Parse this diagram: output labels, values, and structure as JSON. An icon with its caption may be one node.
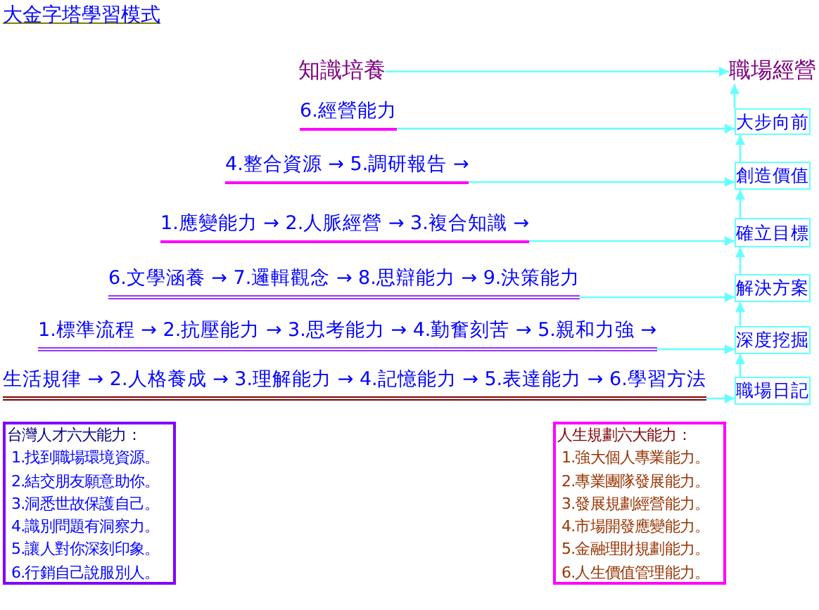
{
  "diagram": {
    "title": "大金字塔學習模式",
    "nodes": [
      {
        "text": [
          "知識培養"
        ]
      },
      {
        "text": [
          "職場經營"
        ]
      },
      {
        "text": [
          "大步向前"
        ]
      },
      {
        "text": [
          "創造價值"
        ]
      },
      {
        "text": [
          "確立目標"
        ]
      },
      {
        "text": [
          "解決方案"
        ]
      },
      {
        "text": [
          "深度挖掘"
        ]
      },
      {
        "text": [
          "職場日記"
        ]
      },
      {
        "text": [
          "6.經營能力"
        ]
      },
      {
        "text": [
          "4.整合資源 → 5.調研報告 →"
        ]
      },
      {
        "text": [
          "1.應變能力 → 2.人脈經營 → 3.複合知識 →"
        ]
      },
      {
        "text": [
          "6.文學涵養 → 7.邏輯觀念 → 8.思辯能力 → 9.決策能力"
        ]
      },
      {
        "text": [
          "1.標準流程 → 2.抗壓能力 → 3.思考能力 → 4.勤奮刻苦 → 5.親和力強 →"
        ]
      },
      {
        "text": [
          "生活規律 → 2.人格養成 → 3.理解能力 → 4.記憶能力 → 5.表達能力 → 6.學習方法"
        ]
      },
      {
        "text": [
          "台灣人才六大能力：",
          "1.找到職場環境資源。",
          "2.結交朋友願意助你。",
          "3.洞悉世故保護自己。",
          "4.識別問題有洞察力。",
          "5.讓人對你深刻印象。",
          "6.行銷自己說服別人。"
        ]
      },
      {
        "text": [
          "人生規劃六大能力：",
          "1.強大個人專業能力。",
          "2.專業團隊發展能力。",
          "3.發展規劃經營能力。",
          "4.市場開發應變能力。",
          "5.金融理財規劃能力。",
          "6.人生價值管理能力。"
        ]
      }
    ],
    "edges": [
      {
        "from": 0,
        "to": 1,
        "arrow": "to"
      },
      {
        "from": 8,
        "to": 2,
        "arrow": "to"
      },
      {
        "from": 9,
        "to": 3,
        "arrow": "to"
      },
      {
        "from": 10,
        "to": 4,
        "arrow": "to"
      },
      {
        "from": 11,
        "to": 5,
        "arrow": "to"
      },
      {
        "from": 12,
        "to": 6,
        "arrow": "to"
      },
      {
        "from": 13,
        "to": 7,
        "arrow": "to"
      },
      {
        "from": 7,
        "to": 6,
        "arrow": "to"
      },
      {
        "from": 6,
        "to": 5,
        "arrow": "to"
      },
      {
        "from": 5,
        "to": 4,
        "arrow": "to"
      },
      {
        "from": 4,
        "to": 3,
        "arrow": "to"
      },
      {
        "from": 3,
        "to": 2,
        "arrow": "to"
      },
      {
        "from": 2,
        "to": 1,
        "arrow": "to"
      }
    ]
  }
}
